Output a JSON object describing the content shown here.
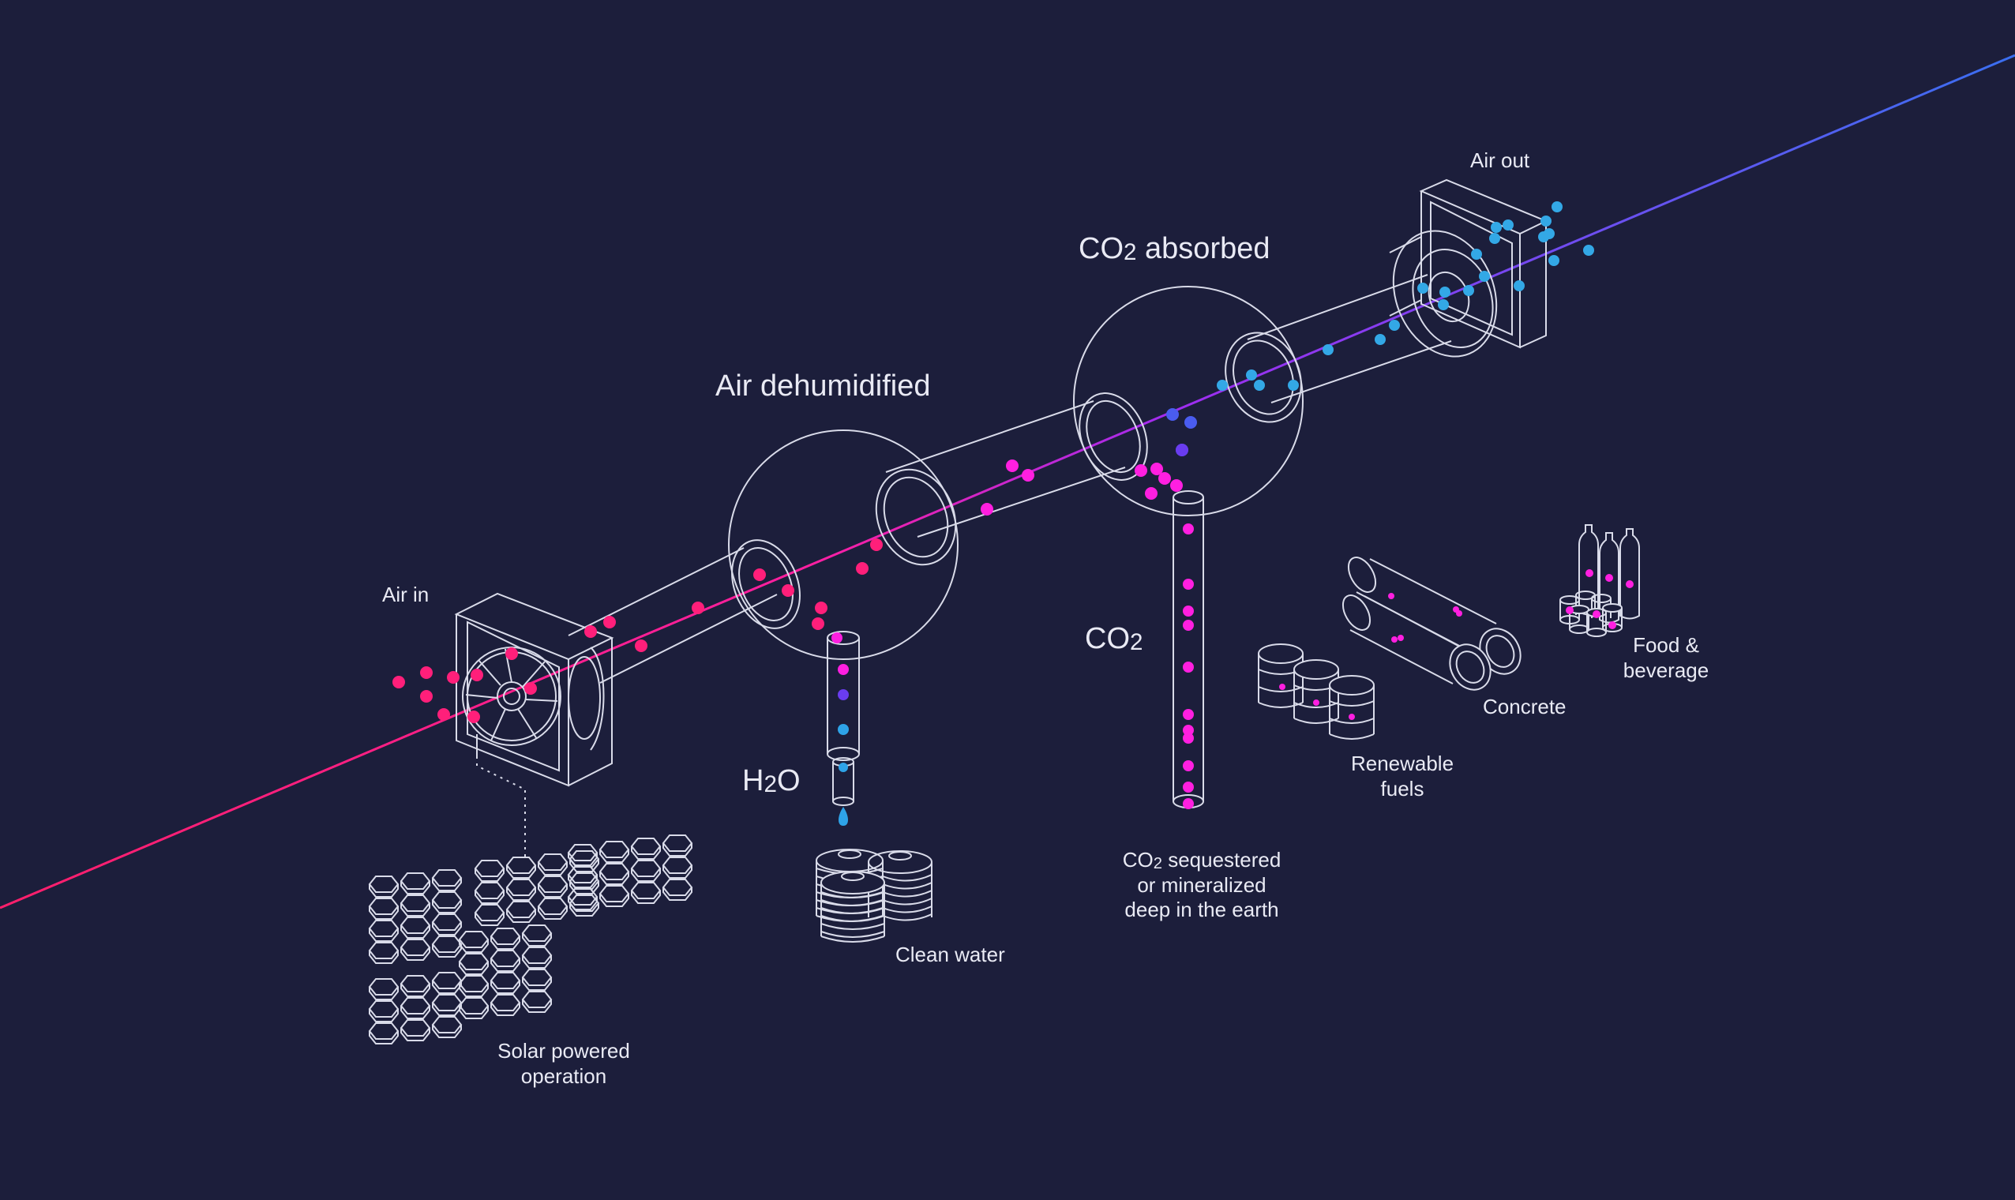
{
  "labels": {
    "air_in": "Air in",
    "air_out": "Air out",
    "dehumidified": "Air dehumidified",
    "absorbed_prefix": "CO",
    "absorbed_sub": "2",
    "absorbed_suffix": " absorbed",
    "h2o_prefix": "H",
    "h2o_sub": "2",
    "h2o_suffix": "O",
    "co2_prefix": "CO",
    "co2_sub": "2",
    "clean_water": "Clean water",
    "solar_line1": "Solar powered",
    "solar_line2": "operation",
    "sequester_prefix": "CO",
    "sequester_sub": "2",
    "sequester_line1_suffix": " sequestered",
    "sequester_line2": "or mineralized",
    "sequester_line3": "deep in the earth",
    "fuels_line1": "Renewable",
    "fuels_line2": "fuels",
    "concrete": "Concrete",
    "food_line1": "Food &",
    "food_line2": "beverage"
  },
  "colors": {
    "background": "#1c1e3b",
    "outline": "#d9dbe9",
    "air_in_particle": "#ff1f7a",
    "co2_particle": "#ff1fe0",
    "water_particle": "#2ea3e8",
    "dehumidify_particle": "#6a3cf0",
    "clean_air_particle": "#33a8e6",
    "beam_start": "#ff1f6b",
    "beam_end": "#3a6ff0"
  },
  "icons": {
    "intake_fan": "fan-icon",
    "outlet": "outlet-vent-icon",
    "solar": "solar-panel-icon",
    "water_tanks": "water-tank-icon",
    "fuel_barrels": "fuel-barrel-icon",
    "concrete_pipes": "concrete-pipe-icon",
    "beverage_cans": "beverage-can-icon"
  }
}
